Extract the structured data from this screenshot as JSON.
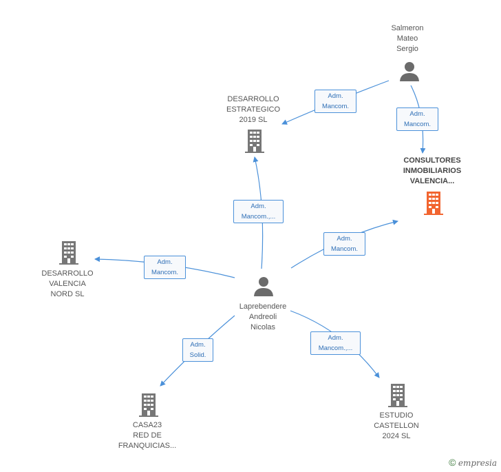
{
  "colors": {
    "edge": "#4a90d9",
    "company": "#777777",
    "company_focus": "#f26530",
    "person": "#6b6b6b"
  },
  "nodes": {
    "salmeron": {
      "label": "Salmeron\nMateo\nSergio",
      "icon": "person-icon"
    },
    "desarrollo_estrategico": {
      "label": "DESARROLLO\nESTRATEGICO\n2019  SL",
      "icon": "building-icon"
    },
    "consultores": {
      "label": "CONSULTORES\nINMOBILIARIOS\nVALENCIA...",
      "icon": "building-icon"
    },
    "desarrollo_valencia": {
      "label": "DESARROLLO\nVALENCIA\nNORD  SL",
      "icon": "building-icon"
    },
    "laprebendere": {
      "label": "Laprebendere\nAndreoli\nNicolas",
      "icon": "person-icon"
    },
    "casa23": {
      "label": "CASA23\nRED DE\nFRANQUICIAS...",
      "icon": "building-icon"
    },
    "estudio": {
      "label": "ESTUDIO\nCASTELLON\n2024  SL",
      "icon": "building-icon"
    }
  },
  "edges": {
    "salmeron_desarrollo": "Adm.\nMancom.",
    "salmeron_consultores": "Adm.\nMancom.",
    "lap_desarrollo_estrategico": "Adm.\nMancom.,...",
    "lap_consultores": "Adm.\nMancom.",
    "lap_desarrollo_valencia": "Adm.\nMancom.",
    "lap_casa23": "Adm.\nSolid.",
    "lap_estudio": "Adm.\nMancom.,..."
  },
  "footer": {
    "copyright": "©",
    "brand": "empresia"
  }
}
